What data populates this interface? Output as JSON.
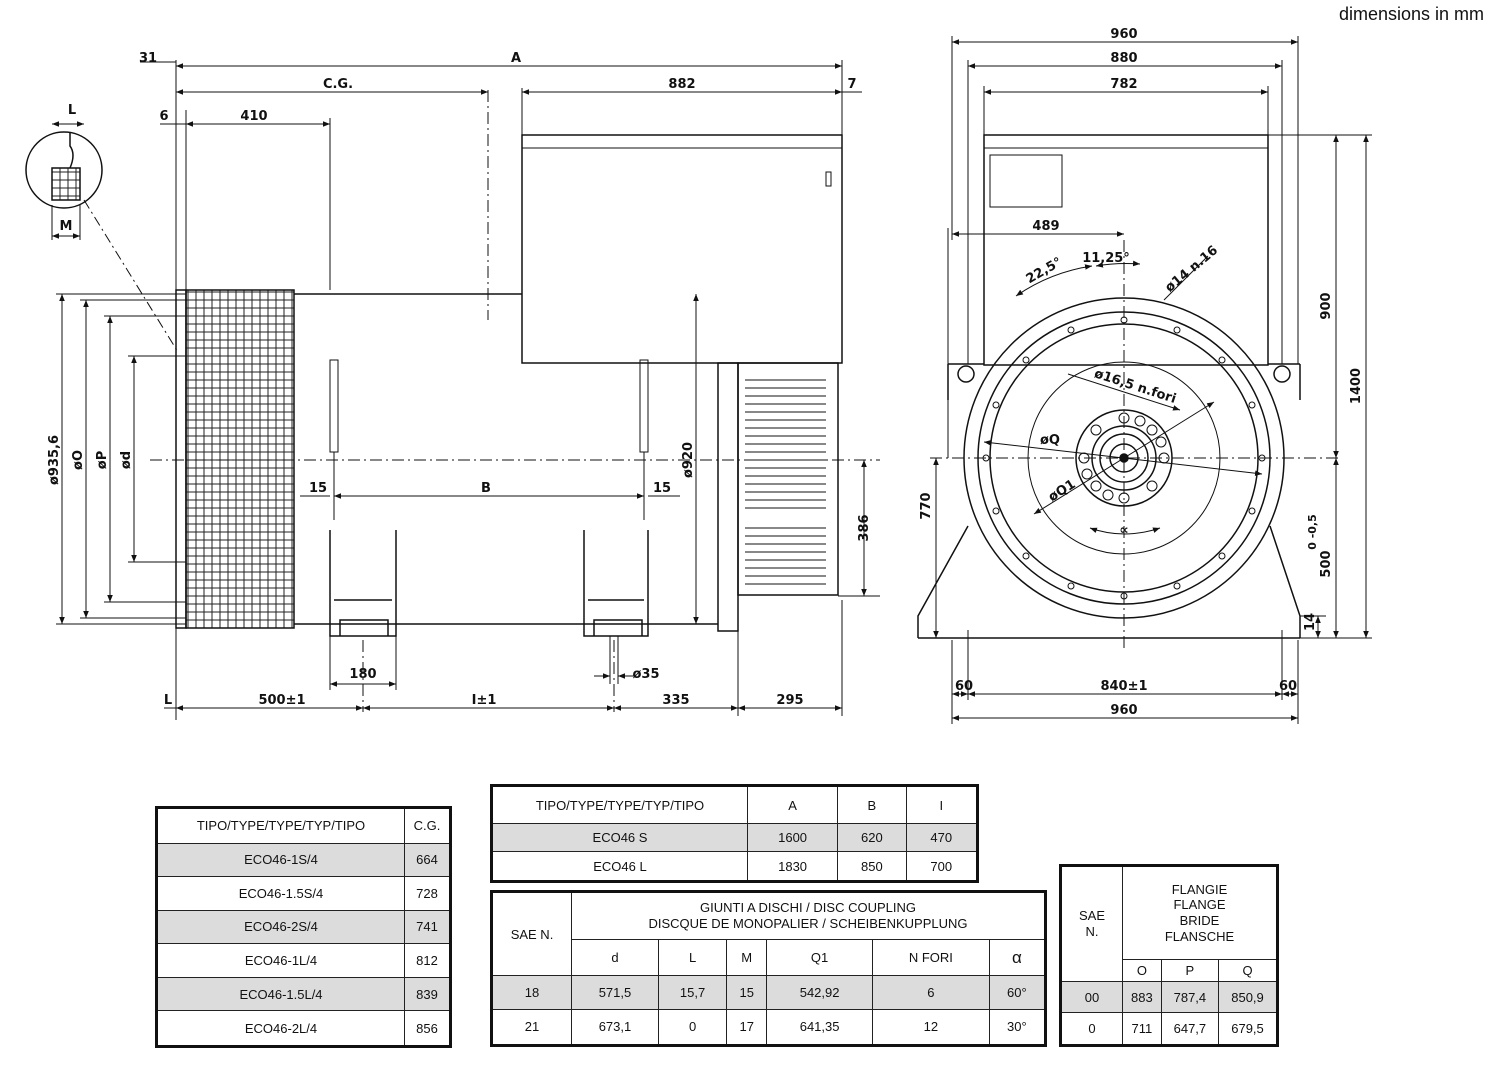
{
  "units_note": "dimensions in mm",
  "side_view": {
    "labels": {
      "A": "A",
      "CG": "C.G.",
      "d882": "882",
      "d7": "7",
      "d31": "31",
      "d6": "6",
      "d410": "410",
      "L": "L",
      "M": "M",
      "phi935": "ø935,6",
      "phiO": "øO",
      "phiP": "øP",
      "phid": "ød",
      "phi920": "ø920",
      "d15a": "15",
      "B": "B",
      "d15b": "15",
      "d386": "386",
      "d180": "180",
      "phi35": "ø35",
      "Lb": "L",
      "d500": "500±1",
      "I": "I±1",
      "d335": "335",
      "d295": "295"
    }
  },
  "front_view": {
    "labels": {
      "d960t": "960",
      "d880": "880",
      "d782": "782",
      "d489": "489",
      "a225": "22,5°",
      "a1125": "11,25°",
      "holes16": "ø14 n.16",
      "holesI": "ø16,5 n.fori",
      "phiQ": "øQ",
      "phiQ1": "øQ1",
      "alpha": "∝",
      "d900": "900",
      "d1400": "1400",
      "d770": "770",
      "d500t": "500",
      "tol": "0 -0,5",
      "d14": "14",
      "d60a": "60",
      "d840": "840±1",
      "d60b": "60",
      "d960b": "960"
    }
  },
  "table_cg": {
    "header": [
      "TIPO/TYPE/TYPE/TYP/TIPO",
      "C.G."
    ],
    "rows": [
      [
        "ECO46-1S/4",
        "664"
      ],
      [
        "ECO46-1.5S/4",
        "728"
      ],
      [
        "ECO46-2S/4",
        "741"
      ],
      [
        "ECO46-1L/4",
        "812"
      ],
      [
        "ECO46-1.5L/4",
        "839"
      ],
      [
        "ECO46-2L/4",
        "856"
      ]
    ]
  },
  "table_abi": {
    "header": [
      "TIPO/TYPE/TYPE/TYP/TIPO",
      "A",
      "B",
      "I"
    ],
    "rows": [
      [
        "ECO46 S",
        "1600",
        "620",
        "470"
      ],
      [
        "ECO46 L",
        "1830",
        "850",
        "700"
      ]
    ]
  },
  "table_coupling": {
    "sae": "SAE N.",
    "title1": "GIUNTI A DISCHI / DISC COUPLING",
    "title2": "DISCQUE DE MONOPALIER / SCHEIBENKUPPLUNG",
    "cols": [
      "d",
      "L",
      "M",
      "Q1",
      "N FORI",
      "α"
    ],
    "rows": [
      [
        "18",
        "571,5",
        "15,7",
        "15",
        "542,92",
        "6",
        "60°"
      ],
      [
        "21",
        "673,1",
        "0",
        "17",
        "641,35",
        "12",
        "30°"
      ]
    ]
  },
  "table_flange": {
    "sae1": "SAE",
    "sae2": "N.",
    "title": [
      "FLANGIE",
      "FLANGE",
      "BRIDE",
      "FLANSCHE"
    ],
    "cols": [
      "O",
      "P",
      "Q"
    ],
    "rows": [
      [
        "00",
        "883",
        "787,4",
        "850,9"
      ],
      [
        "0",
        "711",
        "647,7",
        "679,5"
      ]
    ]
  }
}
